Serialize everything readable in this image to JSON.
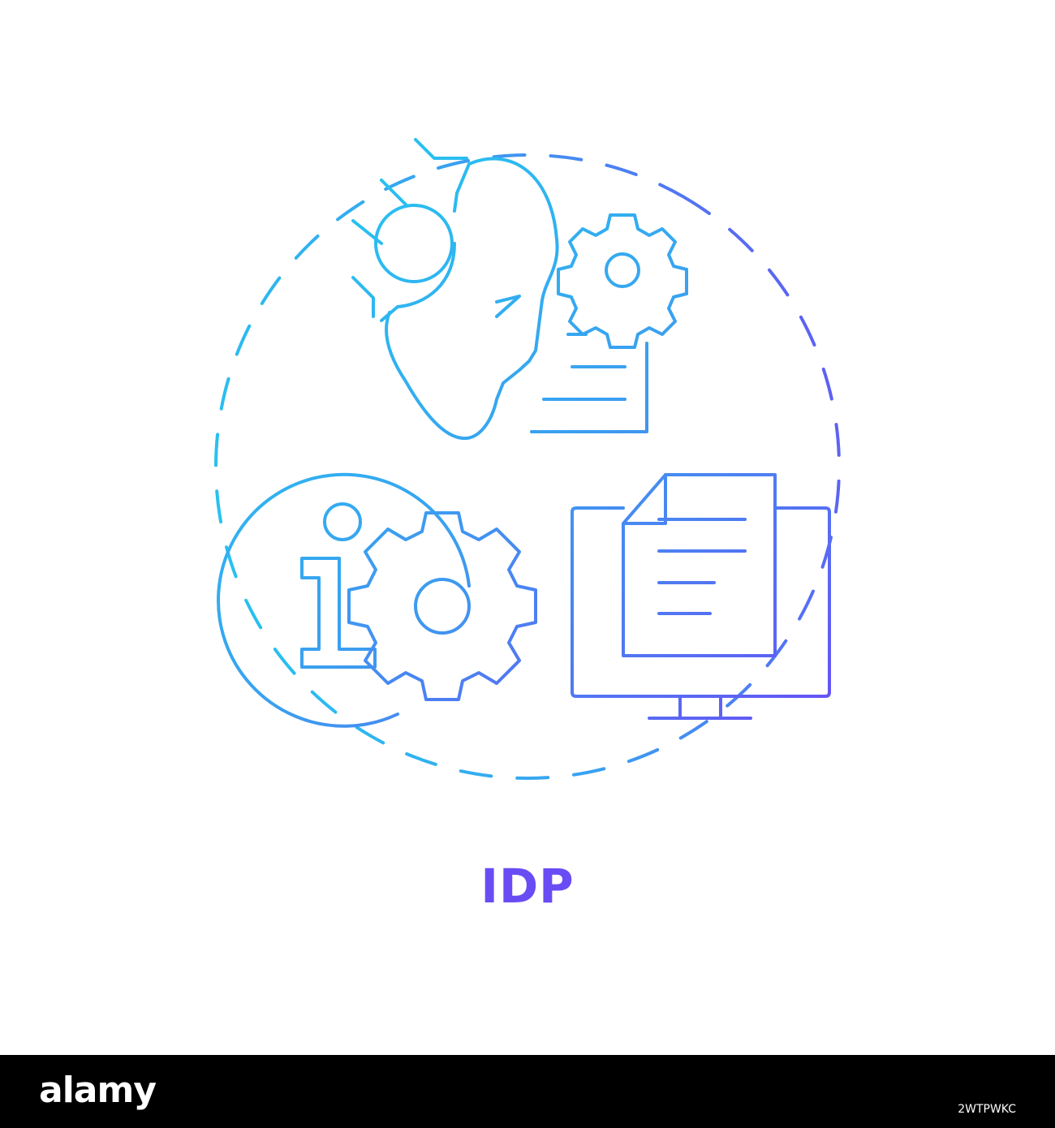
{
  "title": "IDP",
  "colors": {
    "gradient_start": "#22ccf0",
    "gradient_mid": "#3aa0f0",
    "gradient_end": "#6a4cf5",
    "title_color": "#6a4cf5",
    "footer_bg": "#000000",
    "footer_text": "#ffffff"
  },
  "icons": [
    "dashed-circle-frame",
    "robot-head-icon",
    "gear-icon",
    "document-icon",
    "info-icon",
    "monitor-document-icon"
  ],
  "footer": {
    "brand": "alamy",
    "image_id": "2WTPWKC"
  }
}
